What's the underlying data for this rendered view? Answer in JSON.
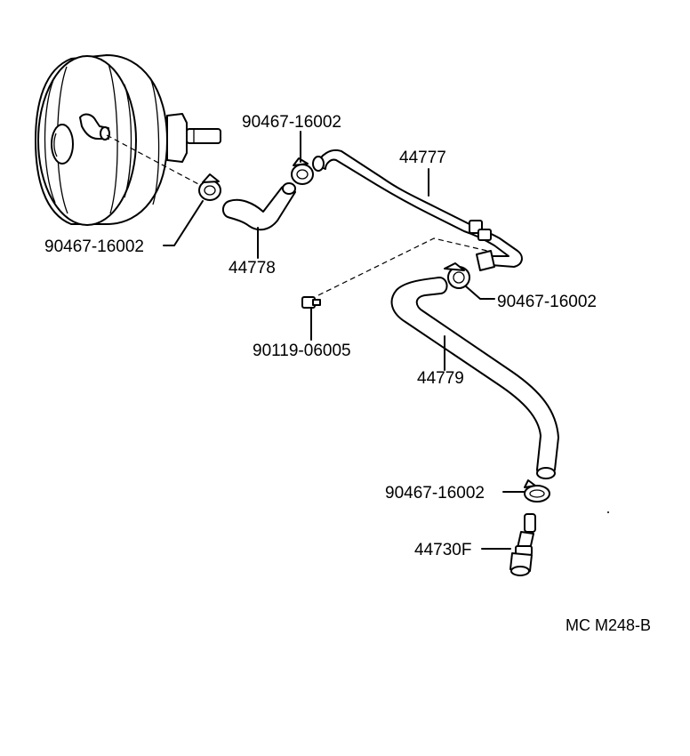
{
  "labels": {
    "clamp_top": "90467-16002",
    "clamp_left": "90467-16002",
    "clamp_right": "90467-16002",
    "clamp_bottom": "90467-16002",
    "hose_44777": "44777",
    "hose_44778": "44778",
    "hose_44779": "44779",
    "bolt": "90119-06005",
    "valve": "44730F",
    "drawing_code": "MC  M248-B"
  },
  "icons": [
    "brake-booster-icon",
    "hose-icon",
    "hose-clamp-icon",
    "bolt-icon",
    "check-valve-icon"
  ]
}
